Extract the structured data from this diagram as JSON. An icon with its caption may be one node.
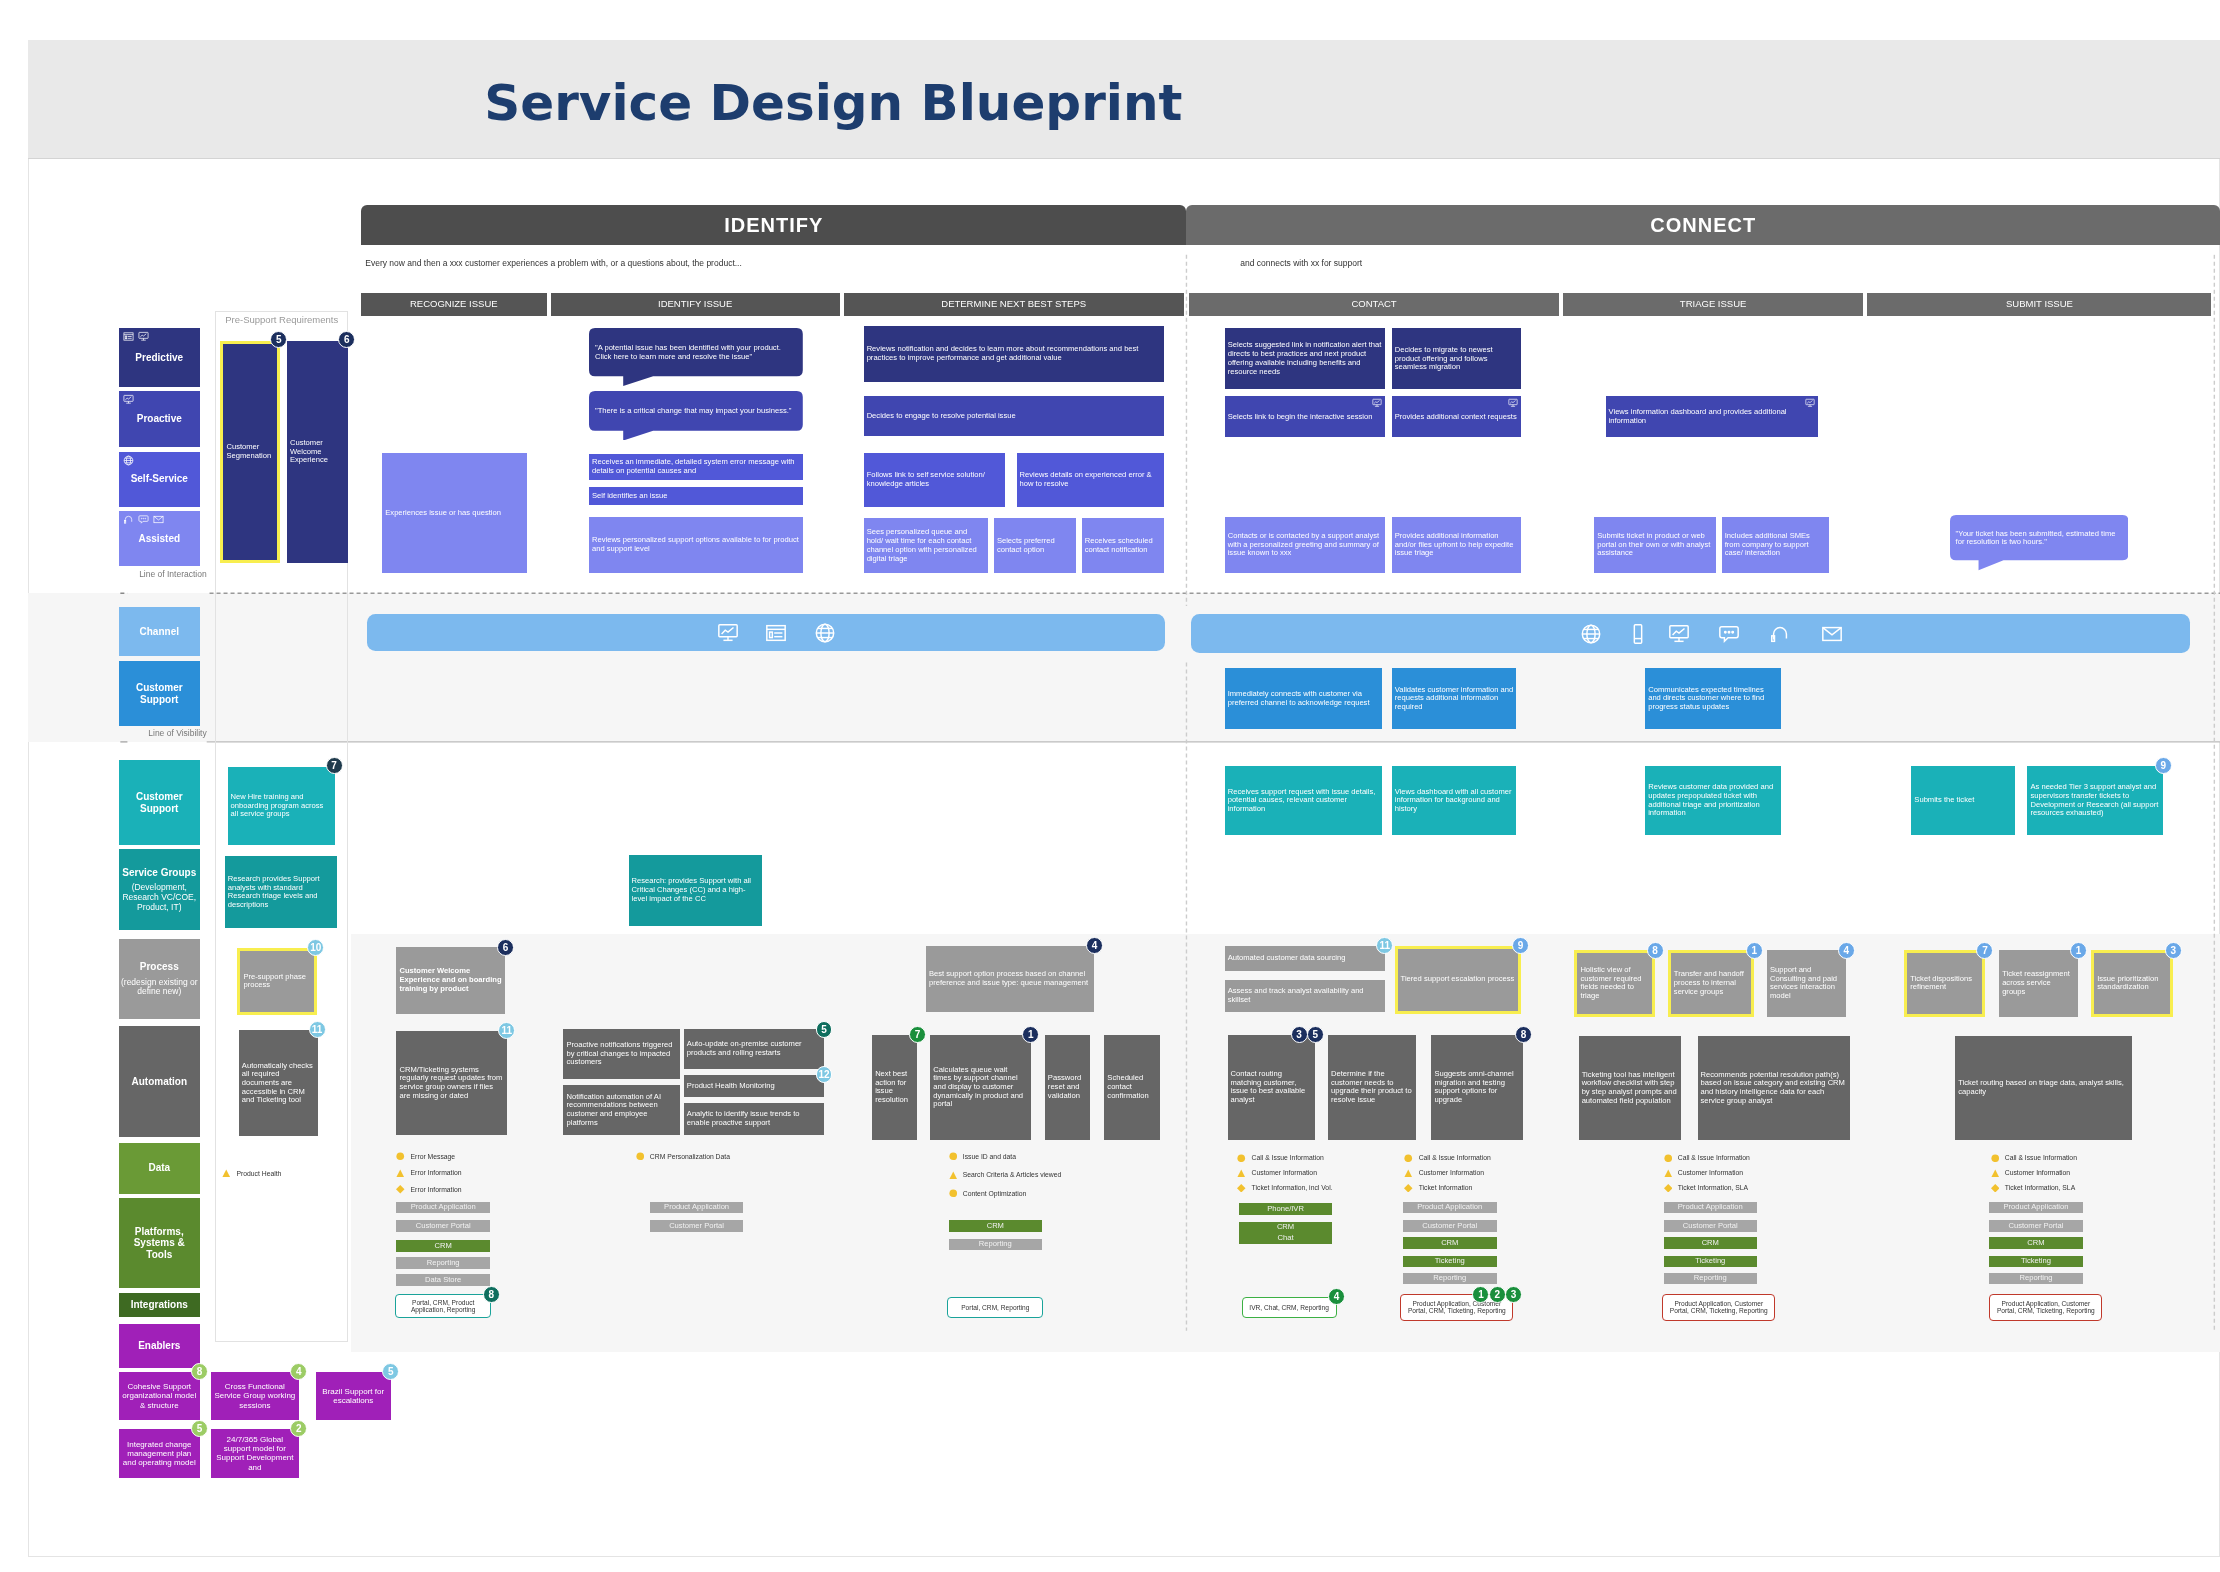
{
  "diagram": {
    "title": "Service Design Blueprint",
    "nodes": [
      {
        "text": [
          "IDENTIFY"
        ]
      },
      {
        "text": [
          "CONNECT"
        ]
      },
      {
        "text": [
          "RECOGNIZE ISSUE"
        ]
      },
      {
        "text": [
          "IDENTIFY ISSUE"
        ]
      },
      {
        "text": [
          "DETERMINE NEXT BEST STEPS"
        ]
      },
      {
        "text": [
          "CONTACT"
        ]
      },
      {
        "text": [
          "TRIAGE ISSUE"
        ]
      },
      {
        "text": [
          "SUBMIT ISSUE"
        ]
      },
      {
        "text": [
          "Predictive"
        ]
      },
      {
        "text": [
          "Proactive"
        ]
      },
      {
        "text": [
          "Self-Service"
        ]
      },
      {
        "text": [
          "Assisted"
        ]
      },
      {
        "text": [
          "Pre-Support Requirements"
        ]
      },
      {
        "text": [
          "Customer Segmenation"
        ],
        "in": 12,
        "beside": [
          "5"
        ]
      },
      {
        "text": [
          "Customer Welcome Experience"
        ],
        "in": 12,
        "beside": [
          "6"
        ]
      },
      {
        "text": [
          "Experiences issue or has question"
        ]
      },
      {
        "text": [
          "\"A potential issue has been identified with your product. Click here to learn more and resolve the issue\""
        ]
      },
      {
        "text": [
          "\"There is a critical change that may impact your business.\""
        ]
      },
      {
        "text": [
          "Receives an immediate, detailed system error message with details on potential causes and"
        ]
      },
      {
        "text": [
          "Self identifies an issue"
        ]
      },
      {
        "text": [
          "Reviews personalized support options available to for product and support level"
        ]
      },
      {
        "text": [
          "Reviews notification and decides to learn more about recommendations and best practices to improve performance and get additional value"
        ]
      },
      {
        "text": [
          "Decides to engage to resolve potential issue"
        ]
      },
      {
        "text": [
          "Follows link to self service solution/ knowledge articles"
        ]
      },
      {
        "text": [
          "Reviews details on experienced error & how to resolve"
        ]
      },
      {
        "text": [
          "Sees personalized queue and hold/ wait time for each contact channel option with personalized digital triage"
        ]
      },
      {
        "text": [
          "Selects preferred contact option"
        ]
      },
      {
        "text": [
          "Receives scheduled contact notification"
        ]
      },
      {
        "text": [
          "Selects suggested link in notification alert that directs to best practices and next product offering available including benefits and resource needs"
        ]
      },
      {
        "text": [
          "Decides to migrate to newest product offering and follows seamless migration"
        ]
      },
      {
        "text": [
          "Selects link to begin the interactive session"
        ]
      },
      {
        "text": [
          "Provides additional context requests"
        ]
      },
      {
        "text": [
          "Contacts or is contacted by a support analyst with a personalized greeting and summary of issue known to xxx"
        ]
      },
      {
        "text": [
          "Provides additional information and/or files upfront to help expedite issue triage"
        ]
      },
      {
        "text": [
          "Views information dashboard and provides additional information"
        ]
      },
      {
        "text": [
          "Submits ticket in product or web portal on their own or with analyst assistance"
        ]
      },
      {
        "text": [
          "Includes additional SMEs from company to support case/ interaction"
        ]
      },
      {
        "text": [
          "\"Your ticket has been submitted, estimated time for resolution is two hours.\""
        ]
      },
      {
        "text": [
          "Channel"
        ]
      },
      {
        "text": [
          "Customer Support"
        ]
      },
      {
        "text": [],
        "shape": "bar"
      },
      {
        "text": [],
        "shape": "bar"
      },
      {
        "text": [
          "Immediately connects with customer via preferred channel to acknowledge request"
        ]
      },
      {
        "text": [
          "Validates customer information and requests additional information required"
        ]
      },
      {
        "text": [
          "Communicates expected timelines and directs customer where to find progress status updates"
        ]
      },
      {
        "text": [
          "Customer Support"
        ]
      },
      {
        "text": [
          "New Hire training and onboarding program across all service groups"
        ],
        "in": 12,
        "beside": [
          "7"
        ]
      },
      {
        "text": [
          "Receives support request with issue details, potential causes, relevant customer information"
        ]
      },
      {
        "text": [
          "Views dashboard with all customer information for background and history"
        ]
      },
      {
        "text": [
          "Reviews customer data provided and updates prepopulated ticket with additional triage and prioritization information"
        ]
      },
      {
        "text": [
          "Submits the ticket"
        ]
      },
      {
        "text": [
          "As needed Tier 3 support analyst and supervisors transfer tickets to Development or Research (all support resources exhausted)"
        ],
        "beside": [
          "9"
        ]
      },
      {
        "text": [
          "Service Groups",
          "(Development, Research VC/COE, Product, IT)"
        ]
      },
      {
        "text": [
          "Research provides Support analysts with standard Research triage levels and descriptions"
        ],
        "in": 12
      },
      {
        "text": [
          "Research: provides Support with all Critical Changes (CC) and a high-level impact of the CC"
        ]
      },
      {
        "text": [
          "Process",
          "(redesign existing or define new)"
        ]
      },
      {
        "text": [
          "Pre-support phase process"
        ],
        "in": 12,
        "beside": [
          "10"
        ]
      },
      {
        "text": [
          "Customer Welcome Experience and on boarding training by product"
        ],
        "beside": [
          "6"
        ]
      },
      {
        "text": [
          "Best support option process based on channel preference and issue type: queue management"
        ],
        "beside": [
          "4"
        ]
      },
      {
        "text": [
          "Automated customer data sourcing"
        ],
        "beside": [
          "11"
        ]
      },
      {
        "text": [
          "Assess and track analyst availability and skillset"
        ]
      },
      {
        "text": [
          "Tiered support escalation process"
        ],
        "beside": [
          "9"
        ]
      },
      {
        "text": [
          "Holistic view of customer required fields needed to triage"
        ],
        "beside": [
          "8"
        ]
      },
      {
        "text": [
          "Transfer and handoff process to internal service groups"
        ],
        "beside": [
          "1"
        ]
      },
      {
        "text": [
          "Support and Consulting and paid services interaction model"
        ],
        "beside": [
          "4"
        ]
      },
      {
        "text": [
          "Ticket dispositions refinement"
        ],
        "beside": [
          "7"
        ]
      },
      {
        "text": [
          "Ticket reassignment across service groups"
        ],
        "beside": [
          "1"
        ]
      },
      {
        "text": [
          "Issue prioritization standardization"
        ],
        "beside": [
          "3"
        ]
      },
      {
        "text": [
          "Automation"
        ]
      },
      {
        "text": [
          "Automatically checks all required documents are accessible in CRM and Ticketing tool"
        ],
        "in": 12,
        "beside": [
          "11"
        ]
      },
      {
        "text": [
          "CRM/Ticketing systems regularly request updates from service group owners if files are missing or dated"
        ],
        "beside": [
          "11"
        ]
      },
      {
        "text": [
          "Proactive notifications triggered by critical changes to impacted customers"
        ]
      },
      {
        "text": [
          "Notification automation of AI recommendations between customer and employee platforms"
        ]
      },
      {
        "text": [
          "Auto-update on-premise customer products and rolling restarts"
        ],
        "beside": [
          "5"
        ]
      },
      {
        "text": [
          "Product Health Monitoring"
        ],
        "beside": [
          "12"
        ]
      },
      {
        "text": [
          "Analytic to identify issue trends to enable proactive support"
        ]
      },
      {
        "text": [
          "Next best action for issue resolution"
        ],
        "beside": [
          "7"
        ]
      },
      {
        "text": [
          "Calculates queue wait times by support channel and display to customer dynamically in product and portal"
        ],
        "beside": [
          "1"
        ]
      },
      {
        "text": [
          "Password reset and validation"
        ]
      },
      {
        "text": [
          "Scheduled contact confirmation"
        ]
      },
      {
        "text": [
          "Contact routing matching customer, issue to best available analyst"
        ],
        "beside": [
          "3",
          "5"
        ]
      },
      {
        "text": [
          "Determine if the customer needs to upgrade their product to resolve issue"
        ]
      },
      {
        "text": [
          "Suggests omni-channel migration and testing support options for upgrade"
        ],
        "beside": [
          "8"
        ]
      },
      {
        "text": [
          "Ticketing tool has intelligent workflow checklist with step by step analyst prompts and automated field population"
        ]
      },
      {
        "text": [
          "Recommends potential resolution path(s) based on issue category and existing CRM and history intelligence data for each service group analyst"
        ]
      },
      {
        "text": [
          "Ticket routing based on triage data, analyst skills, capacity"
        ]
      },
      {
        "text": [
          "Data"
        ]
      },
      {
        "text": [
          "Platforms, Systems & Tools"
        ]
      },
      {
        "text": [
          "Integrations"
        ]
      },
      {
        "text": [
          "Enablers"
        ]
      },
      {
        "text": [
          "Product Application"
        ]
      },
      {
        "text": [
          "Customer Portal"
        ]
      },
      {
        "text": [
          "CRM"
        ]
      },
      {
        "text": [
          "Reporting"
        ]
      },
      {
        "text": [
          "Data Store"
        ]
      },
      {
        "text": [
          "Product Application"
        ]
      },
      {
        "text": [
          "Customer Portal"
        ]
      },
      {
        "text": [
          "CRM"
        ]
      },
      {
        "text": [
          "Reporting"
        ]
      },
      {
        "text": [
          "Phone/IVR"
        ]
      },
      {
        "text": [
          "CRM"
        ]
      },
      {
        "text": [
          "Chat"
        ]
      },
      {
        "text": [
          "Product Application"
        ]
      },
      {
        "text": [
          "Customer Portal"
        ]
      },
      {
        "text": [
          "CRM"
        ]
      },
      {
        "text": [
          "Ticketing"
        ]
      },
      {
        "text": [
          "Reporting"
        ]
      },
      {
        "text": [
          "Product Application"
        ]
      },
      {
        "text": [
          "Customer Portal"
        ]
      },
      {
        "text": [
          "CRM"
        ]
      },
      {
        "text": [
          "Ticketing"
        ]
      },
      {
        "text": [
          "Reporting"
        ]
      },
      {
        "text": [
          "Product Application"
        ]
      },
      {
        "text": [
          "Customer Portal"
        ]
      },
      {
        "text": [
          "CRM"
        ]
      },
      {
        "text": [
          "Ticketing"
        ]
      },
      {
        "text": [
          "Reporting"
        ]
      },
      {
        "text": [
          "Portal, CRM, Product Application, Reporting"
        ],
        "beside": [
          "8"
        ]
      },
      {
        "text": [
          "Portal, CRM, Reporting"
        ]
      },
      {
        "text": [
          "IVR, Chat, CRM, Reporting"
        ],
        "beside": [
          "4"
        ]
      },
      {
        "text": [
          "Product Application, Customer Portal, CRM, Ticketing, Reporting"
        ],
        "beside": [
          "1",
          "2",
          "3"
        ]
      },
      {
        "text": [
          "Product Application, Customer Portal, CRM, Ticketing, Reporting"
        ]
      },
      {
        "text": [
          "Product Application, Customer Portal, CRM, Ticketing, Reporting"
        ]
      },
      {
        "text": [
          "Cohesive Support organizational model & structure"
        ],
        "beside": [
          "8"
        ]
      },
      {
        "text": [
          "Cross Functional Service Group working sessions"
        ],
        "beside": [
          "4"
        ]
      },
      {
        "text": [
          "Brazil Support for escalations"
        ],
        "beside": [
          "5"
        ]
      },
      {
        "text": [
          "Integrated change management plan and operating model"
        ],
        "beside": [
          "5"
        ]
      },
      {
        "text": [
          "24/7/365 Global support model for Support Development and"
        ],
        "beside": [
          "2"
        ]
      }
    ],
    "labels": [
      "Every now and then a xxx customer experiences a problem with, or a questions about, the product...",
      "and connects with xx for support",
      "Line of Interaction",
      "Line of Visibility",
      "Product Health",
      "Error Message",
      "Error Information",
      "Error Information",
      "CRM Personalization Data",
      "Issue ID and data",
      "Search Criteria & Articles viewed",
      "Content Optimization",
      "Call & Issue Information",
      "Customer Information",
      "Ticket Information, incl Vol.",
      "Call & Issue Information",
      "Customer Information",
      "Ticket Information",
      "Call & Issue Information",
      "Customer Information",
      "Ticket Information, SLA",
      "Call & Issue Information",
      "Customer Information",
      "Ticket Information, SLA"
    ]
  }
}
